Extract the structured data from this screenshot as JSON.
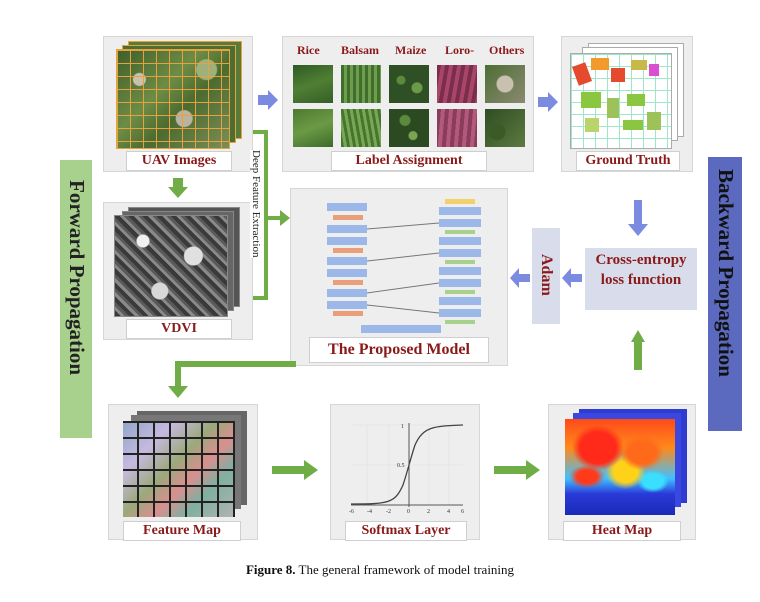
{
  "left_banner": "Forward Propagation",
  "right_banner": "Backward Propagation",
  "panels": {
    "uav_images": "UAV Images",
    "label_assignment": "Label Assignment",
    "ground_truth": "Ground Truth",
    "vdvi": "VDVI",
    "proposed_model": "The Proposed Model",
    "feature_map": "Feature Map",
    "softmax_layer": "Softmax Layer",
    "heat_map": "Heat Map"
  },
  "crop_labels": [
    "Rice",
    "Balsam",
    "Maize",
    "Loro-",
    "Others"
  ],
  "deep_feature_extraction": "Deep Feature Extraction",
  "adam": "Adam",
  "loss_function": "Cross-entropy loss function",
  "sigmoid_ticks": {
    "x": [
      "-6",
      "-4",
      "-2",
      "0",
      "2",
      "4",
      "6"
    ],
    "y": [
      "1",
      "0.5"
    ]
  },
  "figure_caption": {
    "label": "Figure 8.",
    "text": "The general framework of model training"
  },
  "colors": {
    "forward_banner": "#a9d18e",
    "backward_banner": "#5b6abf",
    "arrow_green": "#70ad47",
    "arrow_blue": "#7b8be0",
    "caption_red": "#8a1a1a"
  }
}
